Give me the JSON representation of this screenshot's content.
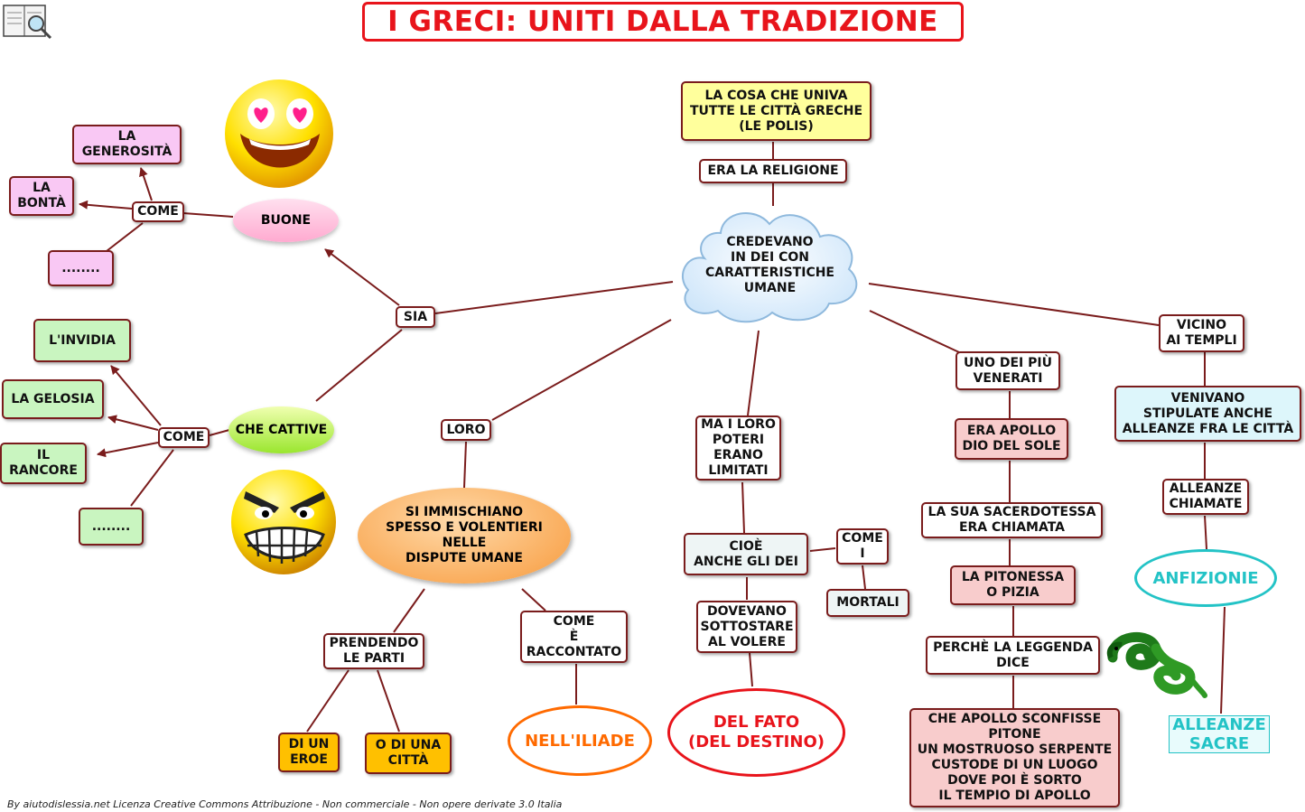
{
  "title": "I GRECI: UNITI DALLA TRADIZIONE",
  "credit": "By aiutodislessia.net Licenza Creative Commons Attribuzione - Non commerciale - Non opere derivate 3.0 Italia",
  "nodes": {
    "cosa_univa": "LA COSA CHE UNIVA\nTUTTE LE CITTÀ GRECHE\n(LE POLIS)",
    "era_religione": "ERA LA RELIGIONE",
    "credevano": "CREDEVANO\nIN DEI CON\nCARATTERISTICHE\nUMANE",
    "sia": "SIA",
    "buone": "BUONE",
    "come_buone": "COME",
    "generosita": "LA\nGENEROSITÀ",
    "bonta": "LA\nBONTÀ",
    "dots_pink": "........",
    "cattive": "CHE CATTIVE",
    "come_cattive": "COME",
    "invidia": "L'INVIDIA",
    "gelosia": "LA GELOSIA",
    "rancore": "IL\nRANCORE",
    "dots_green": "........",
    "loro": "LORO",
    "immischiano": "SI IMMISCHIANO\nSPESSO E VOLENTIERI\nNELLE\nDISPUTE UMANE",
    "prendendo": "PRENDENDO\nLE PARTI",
    "eroe": "DI UN\nEROE",
    "citta": "O DI UNA\nCITTÀ",
    "come_raccontato": "COME\nÈ\nRACCONTATO",
    "iliade": "NELL'ILIADE",
    "poteri": "MA I LORO\nPOTERI\nERANO\nLIMITATI",
    "cioe": "CIOÈ\nANCHE GLI DEI",
    "come_i": "COME\nI",
    "mortali": "MORTALI",
    "dovevano": "DOVEVANO\nSOTTOSTARE\nAL VOLERE",
    "fato": "DEL FATO\n(DEL DESTINO)",
    "venerati": "UNO DEI PIÙ\nVENERATI",
    "apollo": "ERA APOLLO\nDIO DEL SOLE",
    "sacerdotessa": "LA SUA SACERDOTESSA\nERA CHIAMATA",
    "pitonessa": "LA PITONESSA\nO PIZIA",
    "leggenda": "PERCHÈ LA LEGGENDA\nDICE",
    "sconfisse": "CHE APOLLO SCONFISSE\nPITONE\nUN MOSTRUOSO SERPENTE\nCUSTODE DI UN LUOGO\nDOVE POI È SORTO\nIL TEMPIO DI APOLLO",
    "vicino": "VICINO\nAI TEMPLI",
    "stipulate": "VENIVANO\nSTIPULATE ANCHE\nALLEANZE FRA LE CITTÀ",
    "alleanze_chiamate": "ALLEANZE\nCHIAMATE",
    "anfizionie": "ANFIZIONIE",
    "alleanze_sacre": "ALLEANZE\nSACRE"
  },
  "icons": {
    "happy_face": "smiley-heart-eyes-icon",
    "angry_face": "angry-face-icon",
    "snake": "snake-icon",
    "book": "book-logo-icon"
  },
  "colors": {
    "title_red": "#e8141b",
    "line": "#7a1c1c",
    "orange_text": "#ff6a00",
    "red_text": "#e8141b",
    "cyan_text": "#23c3c6"
  }
}
